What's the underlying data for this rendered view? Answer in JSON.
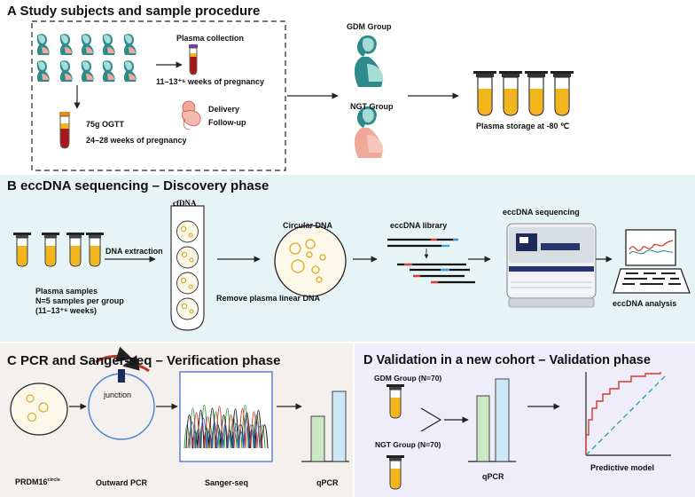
{
  "panelA": {
    "title": "A  Study subjects and sample procedure",
    "plasma_collection": "Plasma collection",
    "weeks_early": "11–13⁺⁶ weeks of pregnancy",
    "ogtt": "75g OGTT",
    "weeks_late": "24–28 weeks of pregnancy",
    "delivery": "Delivery",
    "follow_up": "Follow-up",
    "gdm_group": "GDM Group",
    "ngt_group": "NGT Group",
    "storage": "Plasma storage at -80 ℃"
  },
  "panelB": {
    "title": "B  eccDNA sequencing – Discovery phase",
    "plasma_samples": "Plasma samples",
    "n_samples": "N=5 samples per group",
    "weeks": "(11–13⁺⁶ weeks)",
    "dna_extraction": "DNA extraction",
    "cfdna": "cfDNA",
    "remove_linear": "Remove plasma linear DNA",
    "circular_dna": "Circular DNA",
    "eccdna_library": "eccDNA library",
    "eccdna_sequencing": "eccDNA sequencing",
    "eccdna_analysis": "eccDNA  analysis"
  },
  "panelC": {
    "title": "C  PCR and Sanger-seq – Verification phase",
    "prdm16": "PRDM16",
    "prdm16_sup": "circle",
    "junction": "junction",
    "outward_pcr": "Outward PCR",
    "sanger_seq": "Sanger-seq",
    "qpcr": "qPCR"
  },
  "panelD": {
    "title": "D  Validation in a new cohort – Validation phase",
    "gdm_group": "GDM Group (N=70)",
    "ngt_group": "NGT Group (N=70)",
    "qpcr": "qPCR",
    "predictive_model": "Predictive model"
  },
  "colors": {
    "panelB_bg": "#e6f4f6",
    "panelC_bg": "#f4f0ee",
    "panelD_bg": "#eeedf9",
    "arrow": "#222222",
    "plasma_yellow": "#f2b51c",
    "blood_red": "#a81818",
    "green_bar": "#c9e8c3",
    "blue_bar": "#cde8f6",
    "roc_red": "#d33a2c",
    "diag_teal": "#2a9a9a",
    "sequencer_blue": "#27356e"
  }
}
